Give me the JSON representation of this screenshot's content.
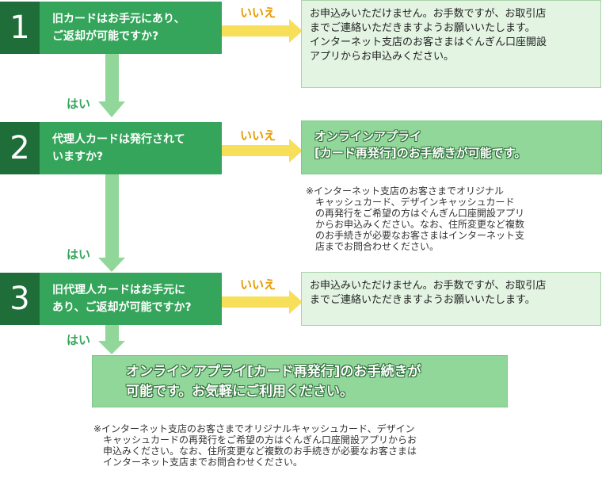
{
  "steps": [
    {
      "num": "1",
      "question": "旧カードはお手元にあり、\nご返却が可能ですか?"
    },
    {
      "num": "2",
      "question": "代理人カードは発行されて\nいますか?"
    },
    {
      "num": "3",
      "question": "旧代理人カードはお手元に\nあり、ご返却が可能ですか?"
    }
  ],
  "labels": {
    "no": "いいえ",
    "yes": "はい"
  },
  "outcomes": {
    "step1": "お申込みいただけません。お手数ですが、お取引店\nまでご連絡いただきますようお願いいたします。\nインターネット支店のお客さまはぐんぎん口座開設\nアプリからお申込みください。",
    "step2": "オンラインアプライ\n[カード再発行]のお手続きが可能です。",
    "step2_note": "※インターネット支店のお客さまでオリジナル\n　キャッシュカード、デザインキャッシュカード\n　の再発行をご希望の方はぐんぎん口座開設アプリ\n　からお申込みください。なお、住所変更など複数\n　のお手続きが必要なお客さまはインターネット支\n　店までお問合わせください。",
    "step3": "お申込みいただけません。お手数ですが、お取引店\nまでご連絡いただきますようお願いいたします。",
    "final": "オンラインアプライ[カード再発行]のお手続きが\n可能です。お気軽にご利用ください。",
    "final_note": "※インターネット支店のお客さまでオリジナルキャッシュカード、デザイン\n　キャッシュカードの再発行をご希望の方はぐんぎん口座開設アプリからお\n　申込みください。なお、住所変更など複数のお手続きが必要なお客さまは\n　インターネット支店までお問合わせください。"
  },
  "colors": {
    "step_bg": "#34a55a",
    "step_num_bg": "#1f6e3a",
    "no_arrow": "#f7df5a",
    "no_label": "#e89a00",
    "yes_arrow": "#92d79a",
    "outcome_bg": "#e3f4e3",
    "outcome_green_bg": "#92d79a"
  }
}
